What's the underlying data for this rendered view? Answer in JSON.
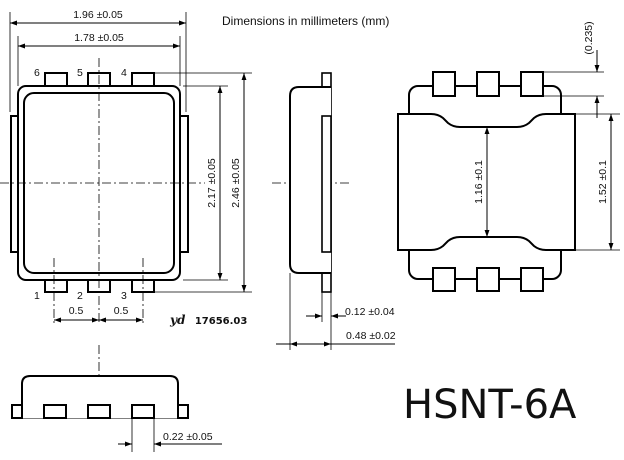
{
  "caption": "Dimensions in millimeters (mm)",
  "package_name": "HSNT-6A",
  "drawing_code": {
    "prefix": "yd",
    "number": "17656.03"
  },
  "pins": {
    "top": [
      "6",
      "5",
      "4"
    ],
    "bottom": [
      "1",
      "2",
      "3"
    ]
  },
  "dimensions": {
    "overall_width": "1.96 ±0.05",
    "body_width": "1.78 ±0.05",
    "body_length": "2.17 ±0.05",
    "overall_length": "2.46 ±0.05",
    "pitch_left": "0.5",
    "pitch_right": "0.5",
    "lead_thickness": "0.12 ±0.04",
    "package_height": "0.48 ±0.02",
    "lead_width": "0.22 ±0.05",
    "pad_offset": "(0.235)",
    "pad_inner": "1.16 ±0.1",
    "pad_outer": "1.52 ±0.1"
  }
}
